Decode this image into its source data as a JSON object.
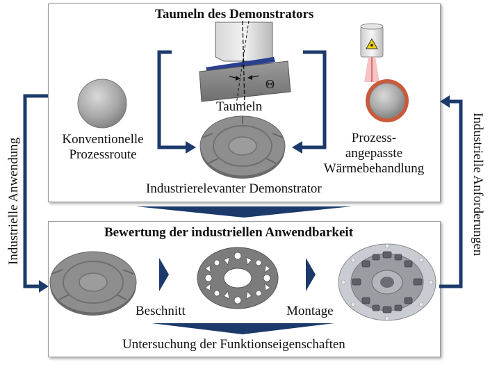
{
  "top_panel": {
    "title": "Taumeln des Demonstrators",
    "left_label": [
      "Konventionelle",
      "Prozessroute"
    ],
    "center_label": "Taumeln",
    "theta_symbol": "Θ",
    "right_label": [
      "Prozess-",
      "angepasste",
      "Wärmebehandlung"
    ],
    "bottom_label": "Industrierelevanter Demonstrator"
  },
  "bottom_panel": {
    "title": "Bewertung der industriellen Anwendbarkeit",
    "step1_label": "Beschnitt",
    "step2_label": "Montage",
    "bottom_label": "Untersuchung der Funktionseigenschaften"
  },
  "side_labels": {
    "left": "Industrielle Anwendung",
    "right": "Industrielle Anforderungen"
  },
  "colors": {
    "arrow_navy": "#1b3a6b",
    "laser_beam": "#e88080",
    "heat_ring": "#c95a3a",
    "tool_plate": "#2a3f8f"
  }
}
